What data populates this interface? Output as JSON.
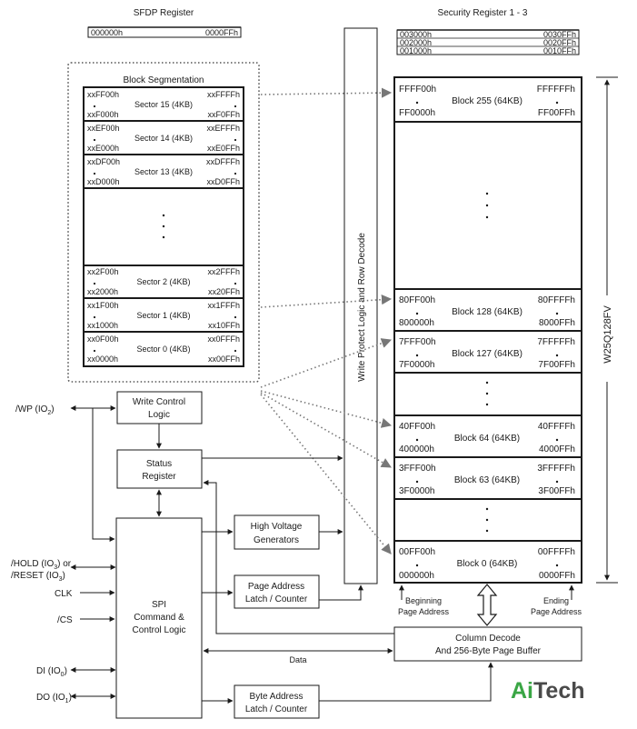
{
  "labels": {
    "sfdp_title": "SFDP Register",
    "security_title": "Security Register 1 - 3",
    "block_segmentation": "Block Segmentation",
    "write_protect": "Write Protect Logic and Row Decode",
    "part_number": "W25Q128FV",
    "beginning_page": [
      "Beginning",
      "Page Address"
    ],
    "ending_page": [
      "Ending",
      "Page Address"
    ],
    "data": "Data",
    "brand": {
      "ai": "Ai",
      "tech": "Tech"
    }
  },
  "sfdp_register": {
    "start": "000000h",
    "end": "0000FFh"
  },
  "security_registers": [
    {
      "start": "003000h",
      "end": "0030FFh"
    },
    {
      "start": "002000h",
      "end": "0020FFh"
    },
    {
      "start": "001000h",
      "end": "0010FFh"
    }
  ],
  "sectors": [
    {
      "label": "Sector 15 (4KB)",
      "top_left": "xxFF00h",
      "bottom_left": "xxF000h",
      "top_right": "xxFFFFh",
      "bottom_right": "xxF0FFh"
    },
    {
      "label": "Sector 14 (4KB)",
      "top_left": "xxEF00h",
      "bottom_left": "xxE000h",
      "top_right": "xxEFFFh",
      "bottom_right": "xxE0FFh"
    },
    {
      "label": "Sector 13 (4KB)",
      "top_left": "xxDF00h",
      "bottom_left": "xxD000h",
      "top_right": "xxDFFFh",
      "bottom_right": "xxD0FFh"
    },
    {
      "label": "Sector 2 (4KB)",
      "top_left": "xx2F00h",
      "bottom_left": "xx2000h",
      "top_right": "xx2FFFh",
      "bottom_right": "xx20FFh"
    },
    {
      "label": "Sector 1 (4KB)",
      "top_left": "xx1F00h",
      "bottom_left": "xx1000h",
      "top_right": "xx1FFFh",
      "bottom_right": "xx10FFh"
    },
    {
      "label": "Sector 0 (4KB)",
      "top_left": "xx0F00h",
      "bottom_left": "xx0000h",
      "top_right": "xx0FFFh",
      "bottom_right": "xx00FFh"
    }
  ],
  "blocks": [
    {
      "label": "Block 255 (64KB)",
      "top_left": "FFFF00h",
      "bottom_left": "FF0000h",
      "top_right": "FFFFFFh",
      "bottom_right": "FF00FFh"
    },
    {
      "label": "Block 128 (64KB)",
      "top_left": "80FF00h",
      "bottom_left": "800000h",
      "top_right": "80FFFFh",
      "bottom_right": "8000FFh"
    },
    {
      "label": "Block 127 (64KB)",
      "top_left": "7FFF00h",
      "bottom_left": "7F0000h",
      "top_right": "7FFFFFh",
      "bottom_right": "7F00FFh"
    },
    {
      "label": "Block 64 (64KB)",
      "top_left": "40FF00h",
      "bottom_left": "400000h",
      "top_right": "40FFFFh",
      "bottom_right": "4000FFh"
    },
    {
      "label": "Block 63 (64KB)",
      "top_left": "3FFF00h",
      "bottom_left": "3F0000h",
      "top_right": "3FFFFFh",
      "bottom_right": "3F00FFh"
    },
    {
      "label": "Block 0 (64KB)",
      "top_left": "00FF00h",
      "bottom_left": "000000h",
      "top_right": "00FFFFh",
      "bottom_right": "0000FFh"
    }
  ],
  "logic_blocks": {
    "write_control": [
      "Write Control",
      "Logic"
    ],
    "status_register": [
      "Status",
      "Register"
    ],
    "spi": [
      "SPI",
      "Command &",
      "Control Logic"
    ],
    "high_voltage": [
      "High Voltage",
      "Generators"
    ],
    "page_address": [
      "Page Address",
      "Latch / Counter"
    ],
    "byte_address": [
      "Byte Address",
      "Latch / Counter"
    ],
    "column_decode": [
      "Column Decode",
      "And 256-Byte Page Buffer"
    ]
  },
  "pins": {
    "wp": {
      "base": "/WP (IO",
      "sub": "2",
      "close": ")"
    },
    "hold": {
      "base": "/HOLD (IO",
      "sub": "3",
      "close": ") or"
    },
    "reset": {
      "base": "/RESET (IO",
      "sub": "3",
      "close": ")"
    },
    "clk": {
      "base": "CLK",
      "sub": "",
      "close": ""
    },
    "cs": {
      "base": "/CS",
      "sub": "",
      "close": ""
    },
    "di": {
      "base": "DI (IO",
      "sub": "0",
      "close": ")"
    },
    "do": {
      "base": "DO (IO",
      "sub": "1",
      "close": ")"
    }
  },
  "colors": {
    "line": "#1a1a1a",
    "dotted": "#666666",
    "brand_green": "#3aa645",
    "brand_gray": "#4a4a4a"
  }
}
